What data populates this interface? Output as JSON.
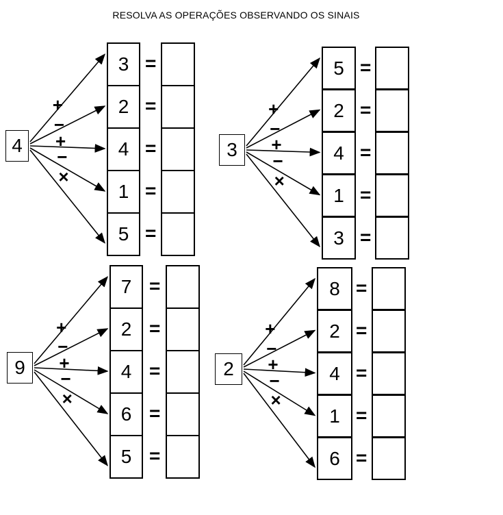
{
  "title": "RESOLVA AS OPERAÇÕES OBSERVANDO OS SINAIS",
  "blocks": [
    {
      "start": "4",
      "numbers": [
        "3",
        "2",
        "4",
        "1",
        "5"
      ],
      "signs": [
        "+",
        "−",
        "+",
        "−",
        "×"
      ],
      "equals": "="
    },
    {
      "start": "3",
      "numbers": [
        "5",
        "2",
        "4",
        "1",
        "3"
      ],
      "signs": [
        "+",
        "−",
        "+",
        "−",
        "×"
      ],
      "equals": "="
    },
    {
      "start": "9",
      "numbers": [
        "7",
        "2",
        "4",
        "6",
        "5"
      ],
      "signs": [
        "+",
        "−",
        "+",
        "−",
        "×"
      ],
      "equals": "="
    },
    {
      "start": "2",
      "numbers": [
        "8",
        "2",
        "4",
        "1",
        "6"
      ],
      "signs": [
        "+",
        "−",
        "+",
        "−",
        "×"
      ],
      "equals": "="
    }
  ]
}
